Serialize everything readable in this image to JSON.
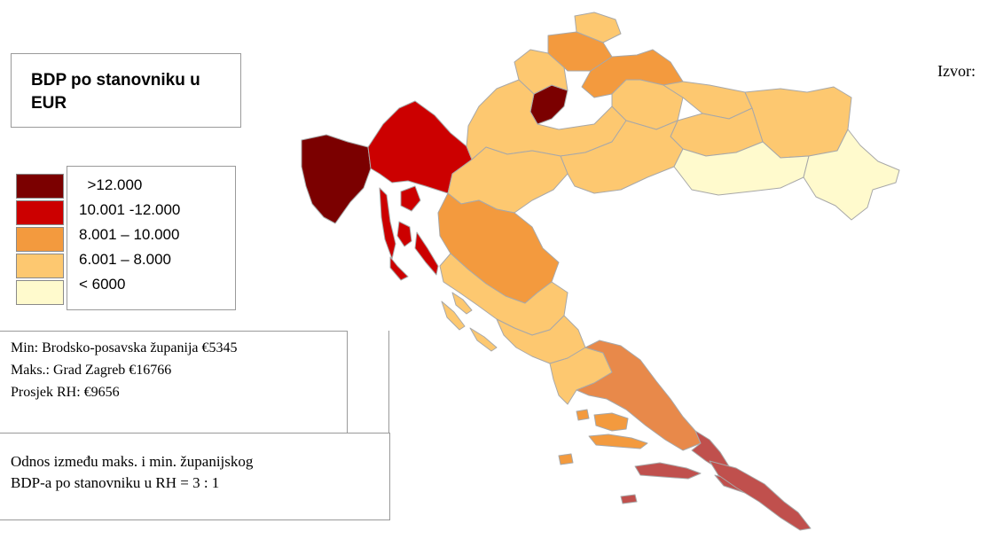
{
  "title": "BDP po stanovniku u EUR",
  "legend": [
    {
      "label": "  >12.000",
      "color": "#7b0000"
    },
    {
      "label": "10.001 -12.000",
      "color": "#cc0000"
    },
    {
      "label": "8.001 – 10.000",
      "color": "#f39a3e"
    },
    {
      "label": "6.001 – 8.000",
      "color": "#fdc870"
    },
    {
      "label": "< 6000",
      "color": "#fffacd"
    }
  ],
  "stats": {
    "min": "Min: Brodsko-posavska županija €5345",
    "max": "Maks.: Grad Zagreb €16766",
    "avg": "Prosjek RH:  €9656"
  },
  "ratio": {
    "line1": "Odnos između  maks. i min. županijskog",
    "line2": "BDP-a po stanovniku u RH = 3 : 1"
  },
  "source": "Izvor:",
  "colors": {
    "dark_red": "#7b0000",
    "red": "#cc0000",
    "orange": "#f39a3e",
    "light_orange": "#fdc870",
    "pale": "#fffacd",
    "dubrovnik": "#c0504d",
    "border": "#a8a8a8"
  }
}
